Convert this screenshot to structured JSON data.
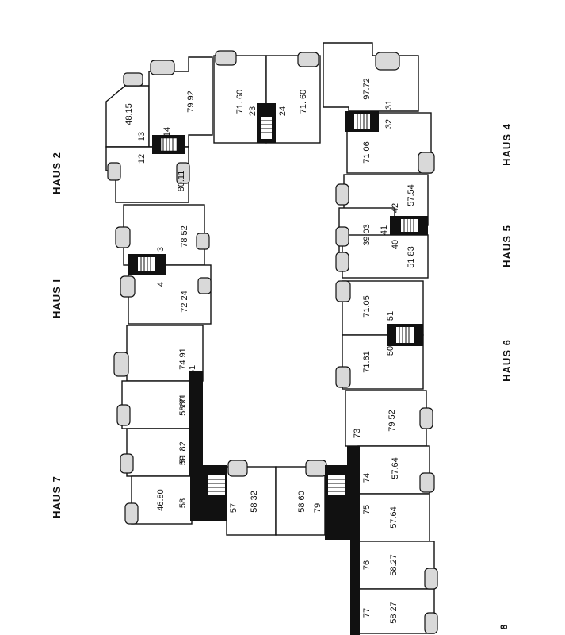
{
  "haus_labels": {
    "h1": "HAUS I",
    "h2": "HAUS 2",
    "h4": "HAUS 4",
    "h5": "HAUS 5",
    "h6": "HAUS 6",
    "h7": "HAUS 7"
  },
  "page_number": "8",
  "areas": {
    "a48_15": "48.15",
    "a79_92": "79 92",
    "a80_11": "80.11",
    "a71_60_left": "71. 60",
    "a71_60_right": "71. 60",
    "a97_72": "97.72",
    "a71_06": "71 06",
    "a78_52": "78 52",
    "a72_24": "72 24",
    "a57_54": "57.54",
    "a39_03": "39 03",
    "a51_83": "51 83",
    "a71_05": "71.05",
    "a71_61": "71.61",
    "a74_91": "74 91",
    "a58_21": "58 21",
    "a51_82": "51 82",
    "a46_80": "46.80",
    "a58_32": "58 32",
    "a58_60": "58 60",
    "a79_52": "79 52",
    "a57_64_top": "57.64",
    "a57_64_bottom": "57.64",
    "a58_27_top": "58.27",
    "a58_27_bottom": "58 27"
  },
  "units": {
    "n13": "13",
    "n14": "14",
    "n12": "12",
    "n23": "23",
    "n24": "24",
    "n31": "31",
    "n32": "32",
    "n3": "3",
    "n4": "4",
    "n42": "42",
    "n41": "41",
    "n40": "40",
    "n51": "51",
    "n50": "50",
    "n61": "61",
    "n60": "60",
    "n59": "59",
    "n58": "58",
    "n57": "57",
    "n79": "79",
    "n73": "73",
    "n74": "74",
    "n75": "75",
    "n76": "76",
    "n77": "77"
  }
}
